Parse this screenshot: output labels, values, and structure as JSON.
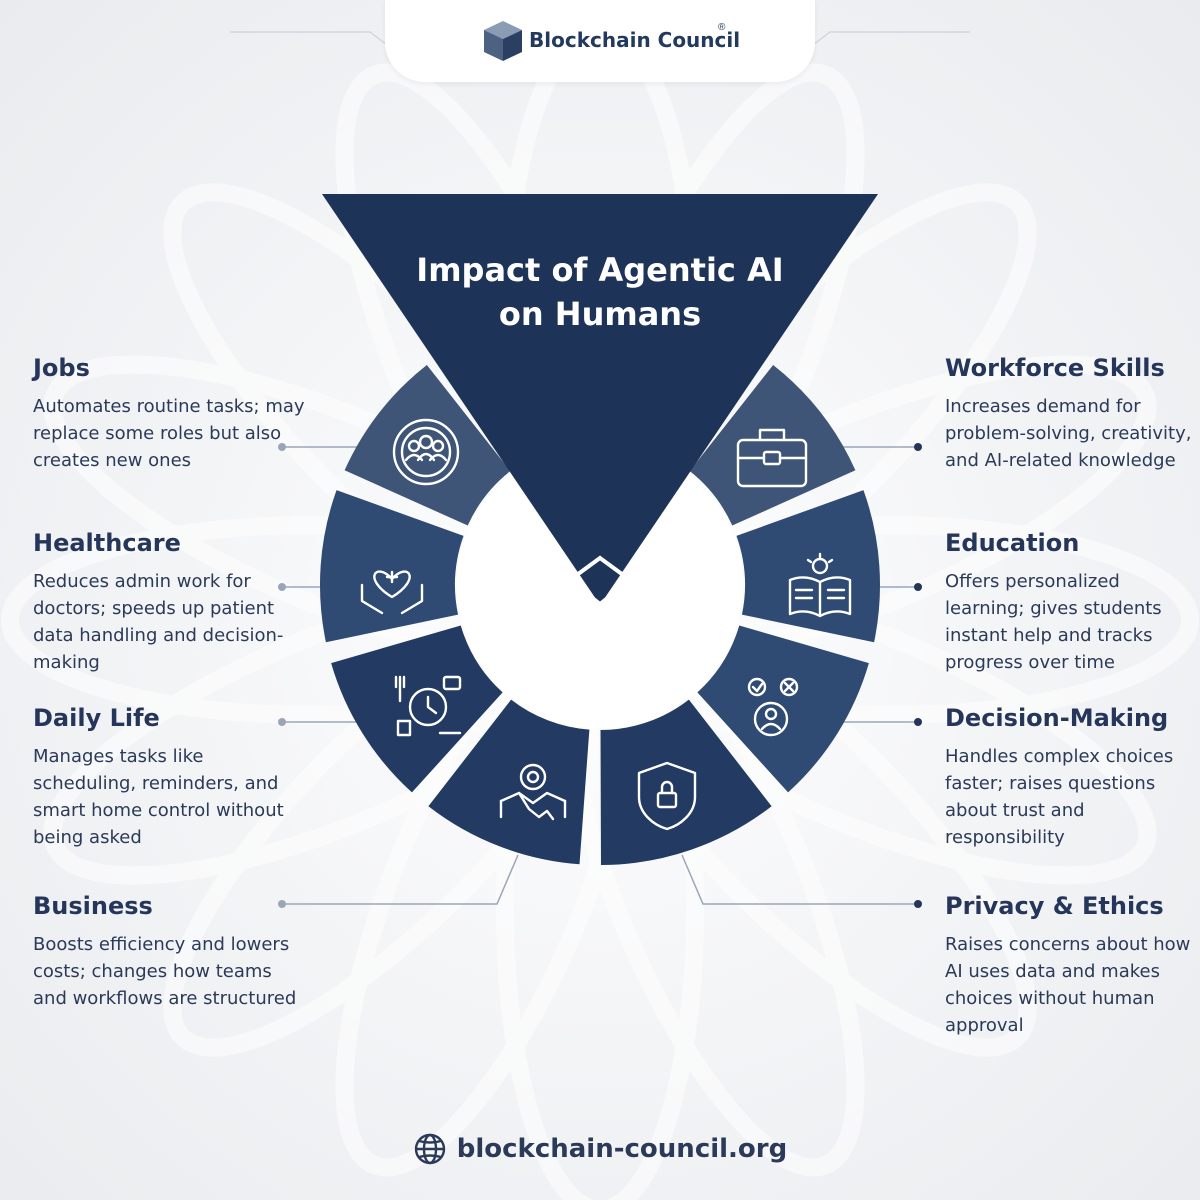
{
  "brand": {
    "name": "Blockchain Council",
    "registered": "®"
  },
  "title": {
    "line1": "Impact of Agentic AI",
    "line2": "on Humans"
  },
  "items": {
    "jobs": {
      "heading": "Jobs",
      "text": "Automates routine tasks; may replace some roles but also creates new ones",
      "icon": "team-gear-icon"
    },
    "healthcare": {
      "heading": "Healthcare",
      "text": "Reduces admin work for doctors; speeds up patient data handling and decision-making",
      "icon": "heart-hands-icon"
    },
    "daily_life": {
      "heading": "Daily Life",
      "text": "Manages tasks like scheduling, reminders, and smart home control without being asked",
      "icon": "clock-tasks-icon"
    },
    "business": {
      "heading": "Business",
      "text": "Boosts efficiency and lowers costs; changes how teams and workflows are structured",
      "icon": "handshake-gear-icon"
    },
    "workforce_skills": {
      "heading": "Workforce Skills",
      "text": "Increases demand for problem-solving, creativity, and AI-related knowledge",
      "icon": "briefcase-icon"
    },
    "education": {
      "heading": "Education",
      "text": "Offers personalized learning; gives students instant help and tracks progress over time",
      "icon": "book-lightbulb-icon"
    },
    "decision_making": {
      "heading": "Decision-Making",
      "text": "Handles complex choices faster; raises questions about trust and responsibility",
      "icon": "person-choice-icon"
    },
    "privacy_ethics": {
      "heading": "Privacy & Ethics",
      "text": "Raises concerns about how AI uses data and makes choices without human approval",
      "icon": "shield-lock-icon"
    }
  },
  "footer": {
    "url": "blockchain-council.org",
    "icon": "globe-icon"
  },
  "colors": {
    "navy": "#1e3358",
    "segment_dark": "#233a63",
    "segment_mid": "#2f4a73",
    "segment_light": "#3e5578",
    "text": "#25365a",
    "connector": "#9aa6b8"
  }
}
